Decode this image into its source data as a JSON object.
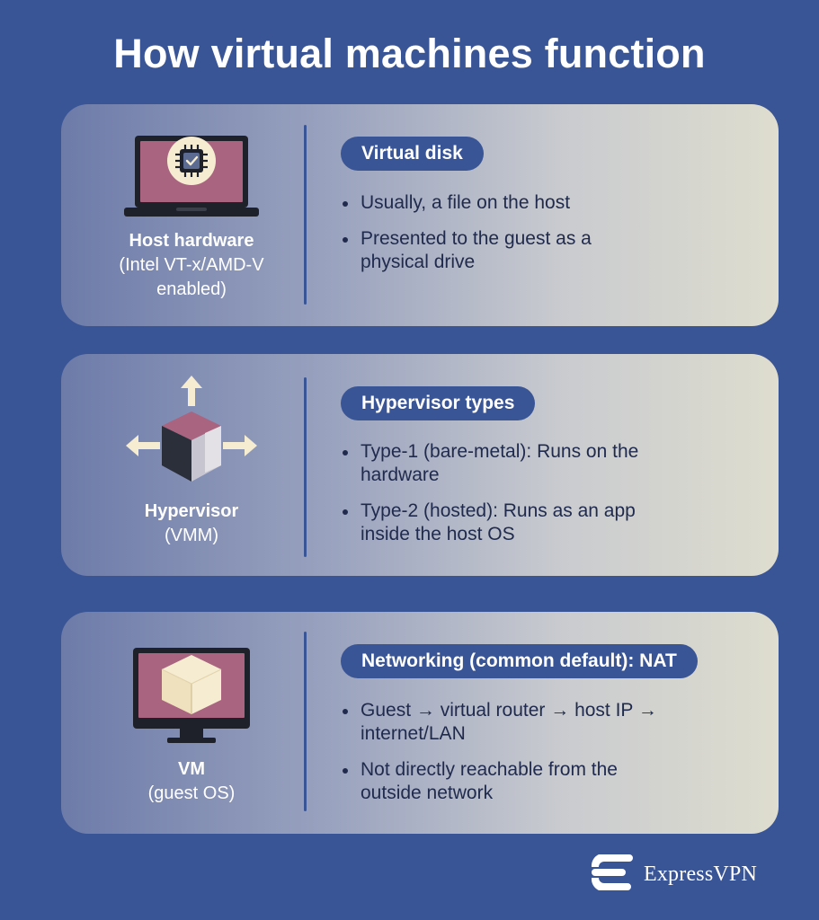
{
  "title": "How virtual machines function",
  "colors": {
    "background": "#3a5596",
    "pill": "#3a5596",
    "icon_pink": "#a9647f",
    "icon_cream": "#f6ecd2",
    "device_dark": "#1e2129"
  },
  "cards": [
    {
      "icon": "laptop-chip-icon",
      "label": "Host hardware",
      "sublabel": "(Intel VT-x/AMD-V enabled)",
      "heading": "Virtual disk",
      "bullets": [
        "Usually, a file on the host",
        "Presented to the guest as a physical drive"
      ]
    },
    {
      "icon": "cube-arrows-icon",
      "label": "Hypervisor",
      "sublabel": "(VMM)",
      "heading": "Hypervisor types",
      "bullets": [
        "Type-1 (bare-metal): Runs on the hardware",
        "Type-2 (hosted): Runs as an app inside the host OS"
      ]
    },
    {
      "icon": "monitor-box-icon",
      "label": "VM",
      "sublabel": "(guest OS)",
      "heading": "Networking (common default): NAT",
      "bullets": [
        "Guest → virtual router → host IP → internet/LAN",
        "Not directly reachable from the outside network"
      ]
    }
  ],
  "brand": {
    "name": "ExpressVPN",
    "logo_icon": "expressvpn-logo-icon"
  }
}
